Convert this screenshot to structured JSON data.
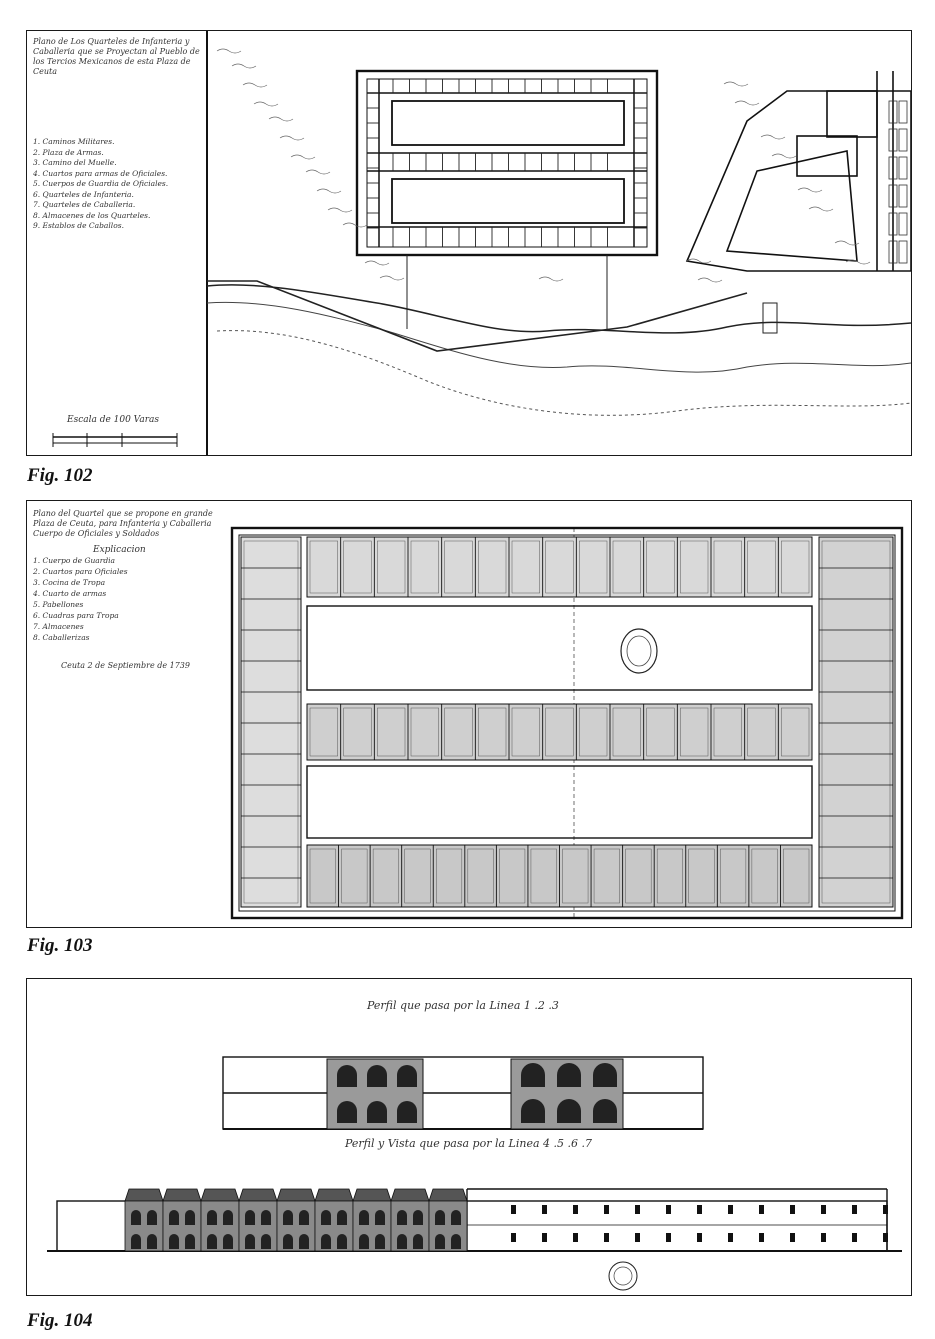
{
  "figures": [
    {
      "caption": "Fig. 102",
      "legend_title": "Plano de Los Quarteles de Infanteria y Caballeria que se Proyectan al Pueblo de los Tercios Mexicanos de esta Plaza de Ceuta",
      "legend_items": [
        "1. Caminos Militares.",
        "2. Plaza de Armas.",
        "3. Camino del Muelle.",
        "4. Cuartos para armas de Oficiales.",
        "5. Cuerpos de Guardia de Oficiales.",
        "6. Quarteles de Infanteria.",
        "7. Quarteles de Caballeria.",
        "8. Almacenes de los Quarteles.",
        "9. Establos de Caballos."
      ],
      "scale_label": "Escala de 100 Varas"
    },
    {
      "caption": "Fig. 103",
      "legend_title": "Plano del Quartel que se propone en grande Plaza de Ceuta, para Infanteria y Caballeria Cuerpo de Oficiales y Soldados",
      "explanation_heading": "Explicacion",
      "legend_items": [
        "1. Cuerpo de Guardia",
        "2. Cuartos para Oficiales",
        "3. Cocina de Tropa",
        "4. Cuarto de armas",
        "5. Pabellones",
        "6. Cuadras para Tropa",
        "7. Almacenes",
        "8. Caballerizas"
      ],
      "footer_note": "Ceuta 2 de Septiembre de 1739"
    },
    {
      "caption": "Fig. 104",
      "section_title_1": "Perfil que pasa por la Linea 1 .2 .3",
      "section_title_2": "Perfil y Vista que pasa por la Linea 4 .5 .6 .7"
    }
  ]
}
